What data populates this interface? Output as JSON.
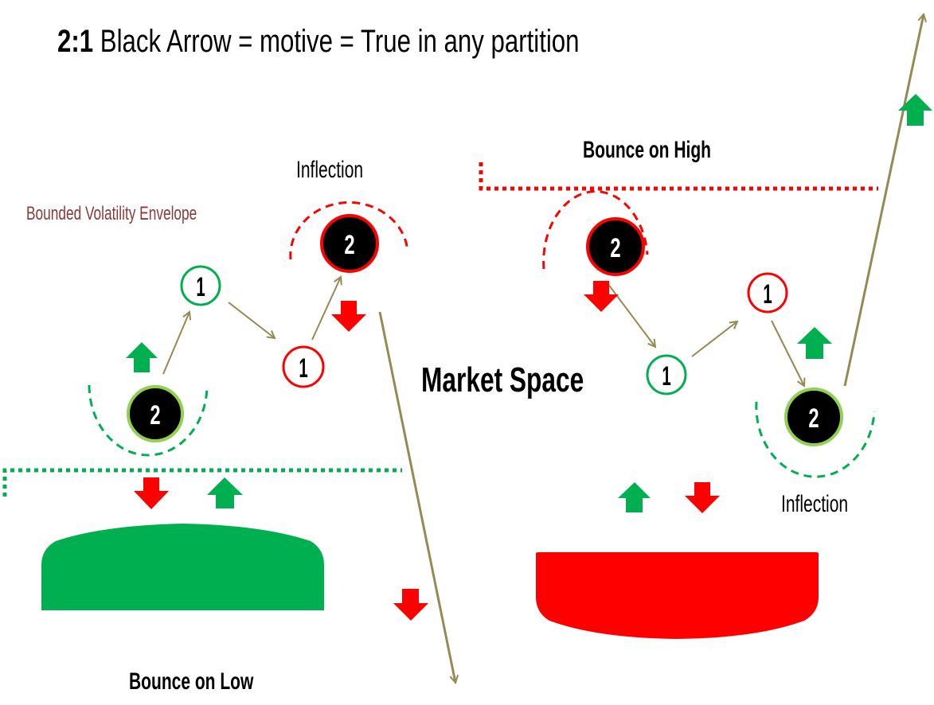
{
  "title": {
    "ratio": "2:1",
    "text": "Black Arrow = motive = True in any partition"
  },
  "labels": {
    "bounded_volatility": "Bounded Volatility Envelope",
    "inflection_left": "Inflection",
    "inflection_right": "Inflection",
    "bounce_on_high": "Bounce on High",
    "bounce_on_low": "Bounce on Low",
    "market_space": "Market Space"
  },
  "nodes": {
    "left_low_2": "2",
    "left_high_1": "1",
    "left_low_1": "1",
    "left_high_2": "2",
    "right_high_2": "2",
    "right_low_1": "1",
    "right_high_1": "1",
    "right_low_2": "2"
  },
  "colors": {
    "green": "#00b050",
    "red": "#ff0000",
    "light_green": "#92d050",
    "arrow_line": "#948a54",
    "envelope_text": "#8b3a3a"
  }
}
